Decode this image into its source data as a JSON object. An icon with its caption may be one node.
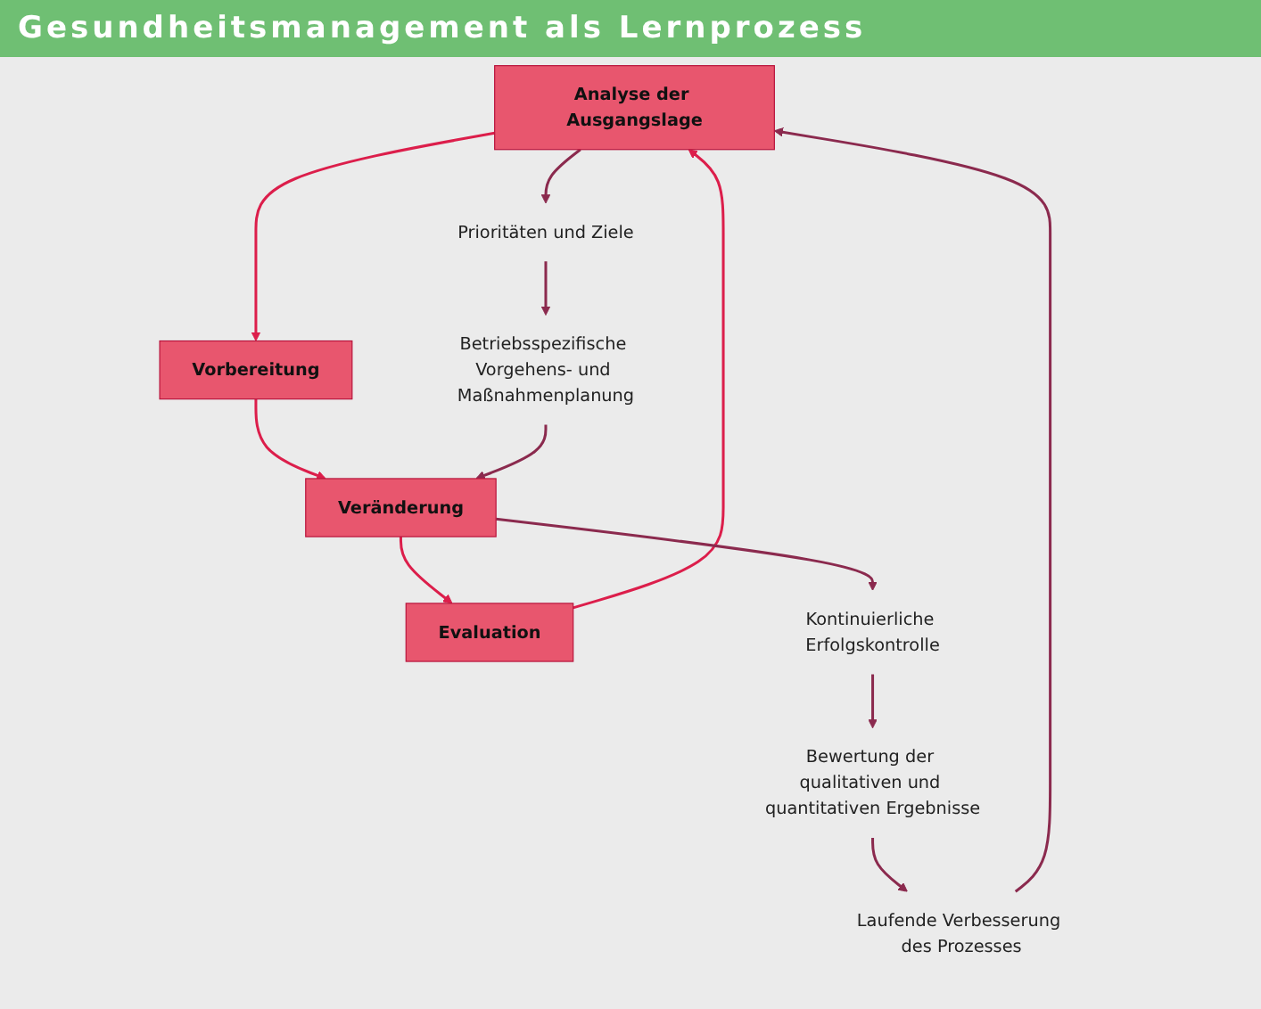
{
  "diagram": {
    "title": "Gesundheitsmanagement als Lernprozess",
    "nodes": [
      {
        "text": [
          "Analyse der Ausgangslage"
        ]
      },
      {
        "text": [
          "Laufende Verbesserung des Prozesses"
        ]
      },
      {
        "text": [
          "Prioritäten und Ziele"
        ]
      },
      {
        "text": [
          "Evaluation"
        ]
      },
      {
        "text": [
          "Bewertung der qualitativen und quantitativen Ergebnisse"
        ]
      },
      {
        "text": [
          "Betriebsspezifische Vorgehens- und Maßnahmenplanung"
        ]
      },
      {
        "text": [
          "Vorbereitung"
        ]
      },
      {
        "text": [
          "Kontinuierliche Erfolgskontrolle"
        ]
      },
      {
        "text": [
          "Veränderung"
        ]
      }
    ],
    "edges": [
      {
        "from": 0,
        "to": 6,
        "arrow": "to",
        "color": "#dc1e4b"
      },
      {
        "from": 6,
        "to": 8,
        "arrow": "to",
        "color": "#dc1e4b"
      },
      {
        "from": 8,
        "to": 3,
        "arrow": "to",
        "color": "#dc1e4b"
      },
      {
        "from": 3,
        "to": 0,
        "arrow": "to",
        "color": "#dc1e4b"
      },
      {
        "from": 0,
        "to": 2,
        "arrow": "to"
      },
      {
        "from": 2,
        "to": 5,
        "arrow": "to"
      },
      {
        "from": 5,
        "to": 8,
        "arrow": "to"
      },
      {
        "from": 8,
        "to": 7,
        "arrow": "to"
      },
      {
        "from": 7,
        "to": 4,
        "arrow": "to"
      },
      {
        "from": 4,
        "to": 1,
        "arrow": "to"
      },
      {
        "from": 1,
        "to": 0,
        "arrow": "to"
      }
    ]
  }
}
